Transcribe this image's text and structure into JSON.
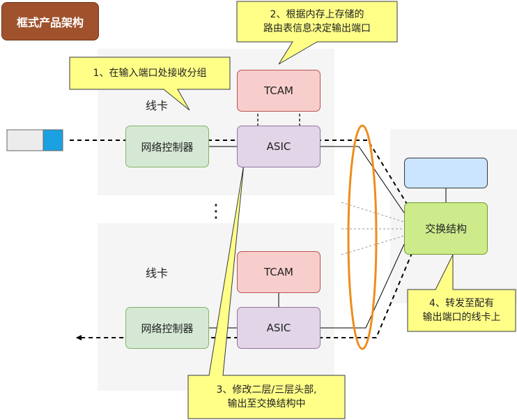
{
  "title": "框式产品架构",
  "line_card_label": "线卡",
  "net_controller_label": "网络控制器",
  "asic_label": "ASIC",
  "tcam_label": "TCAM",
  "switch_fabric_label": "交换结构",
  "ellipsis": "⋮",
  "callouts": {
    "step1": "1、在输入端口处接收分组",
    "step2": "2、根据内存上存储的\n路由表信息决定输出端口",
    "step3": "3、修改二层/三层头部,\n输出至交换结构中",
    "step4": "4、转发至配有\n输出端口的线卡上"
  },
  "colors": {
    "title_bg": "#a0522d",
    "net_controller": "#d5e8d4",
    "asic": "#e1d5e7",
    "tcam": "#f8cecc",
    "switch_fabric": "#cdeb8b",
    "blue_box": "#cce5ff",
    "callout": "#ffff88",
    "ellipse": "#f08c1a",
    "packet_blue": "#1ba1e2"
  }
}
